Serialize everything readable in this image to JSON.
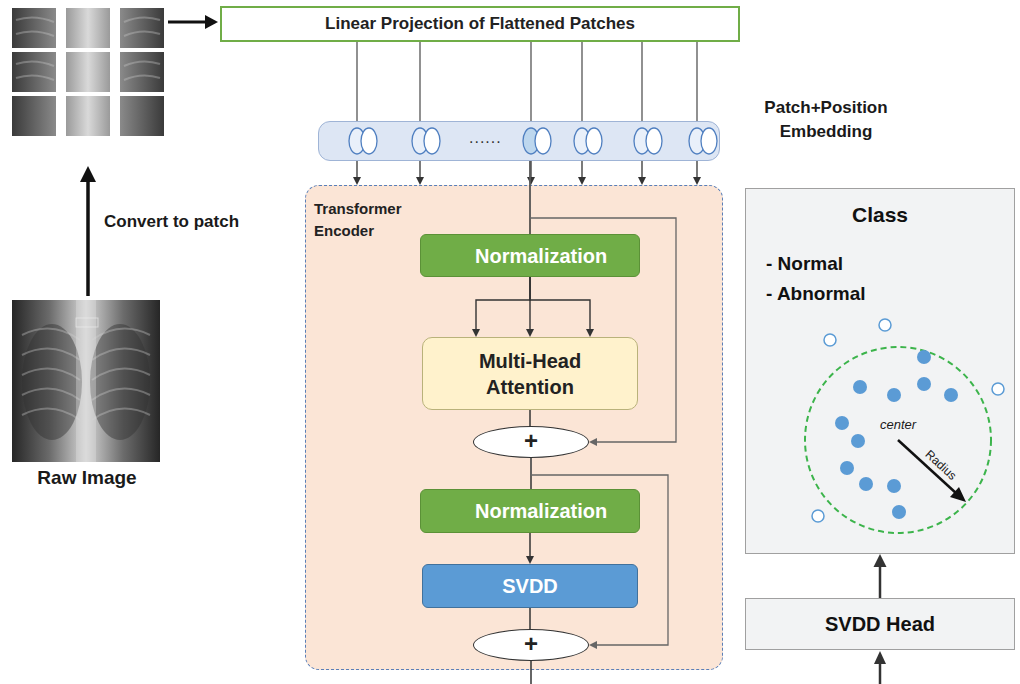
{
  "diagram": {
    "nodes": [
      {
        "text": [
          "Linear Projection of Flattened Patches"
        ]
      },
      {
        "text": [
          "......"
        ]
      },
      {
        "text": [
          "Transformer Encoder"
        ]
      },
      {
        "text": [
          "Normalization"
        ],
        "in": 2
      },
      {
        "text": [
          "Multi-Head Attention"
        ],
        "in": 2
      },
      {
        "text": [
          "+"
        ],
        "in": 2
      },
      {
        "text": [
          "Normalization"
        ],
        "in": 2
      },
      {
        "text": [
          "SVDD"
        ],
        "in": 2
      },
      {
        "text": [
          "+"
        ],
        "in": 2
      },
      {
        "text": [
          "Class",
          "- Normal",
          "- Abnormal"
        ]
      },
      {
        "text": [
          "SVDD Head"
        ]
      }
    ],
    "edges": [
      {
        "from": 0,
        "to": 1,
        "arrow": "none"
      },
      {
        "from": 1,
        "to": 2,
        "arrow": "to"
      },
      {
        "from": 1,
        "to": 3,
        "arrow": "none"
      },
      {
        "from": 1,
        "to": 5,
        "arrow": "to"
      },
      {
        "from": 3,
        "to": 4,
        "arrow": "to"
      },
      {
        "from": 4,
        "to": 5,
        "arrow": "none"
      },
      {
        "from": 5,
        "to": 6,
        "arrow": "none"
      },
      {
        "from": 5,
        "to": 8,
        "arrow": "to"
      },
      {
        "from": 6,
        "to": 7,
        "arrow": "to"
      },
      {
        "from": 7,
        "to": 8,
        "arrow": "none"
      },
      {
        "from": 10,
        "to": 9,
        "arrow": "to"
      }
    ],
    "labels": [
      "Convert to patch",
      "Raw Image",
      "Patch+Position Embedding",
      "center",
      "Radius"
    ]
  }
}
